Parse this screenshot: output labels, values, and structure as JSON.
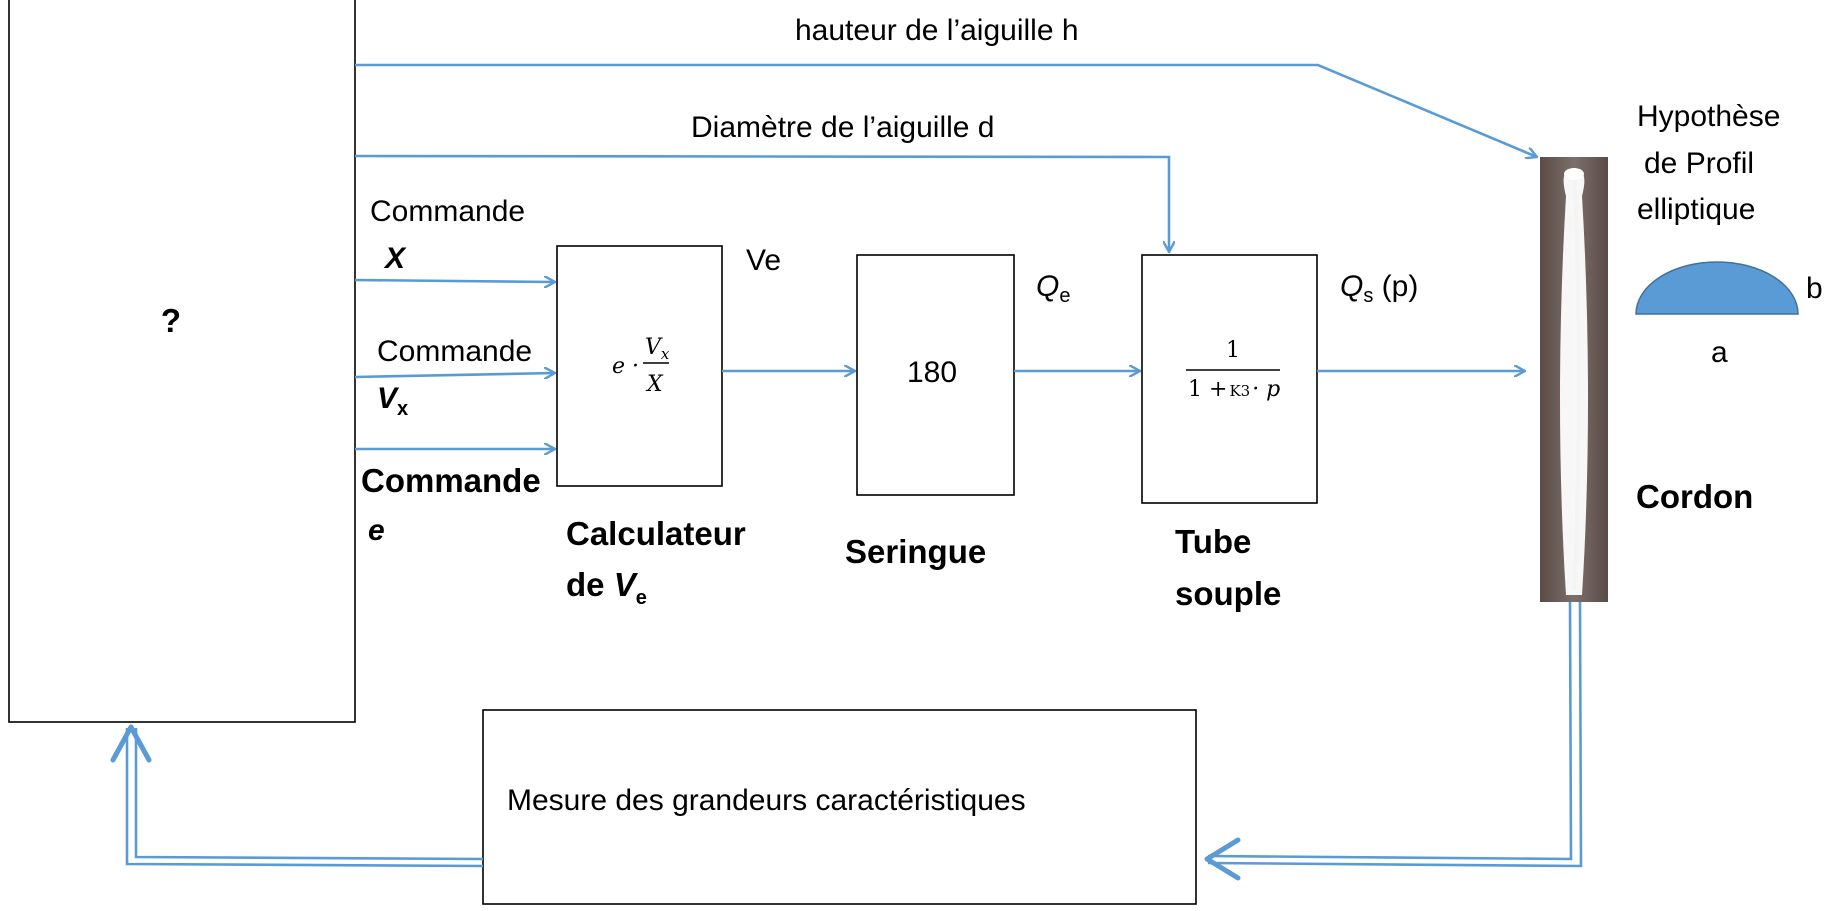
{
  "controller": {
    "label": "?"
  },
  "signals": {
    "needle_height": "hauteur de l’aiguille h",
    "needle_diameter": "Diamètre de l’aiguille d",
    "cmd_x_word": "Commande",
    "cmd_x_var": "X",
    "cmd_vx_word": "Commande",
    "cmd_vx_var": "V",
    "cmd_vx_sub": "x",
    "cmd_e_word": "Commande",
    "cmd_e_var": "e",
    "ve": "Ve",
    "qe_var": "Q",
    "qe_sub": "e",
    "qs_var": "Q",
    "qs_sub": "s",
    "qs_arg": " (p)"
  },
  "blocks": {
    "calculator": {
      "formula_prefix": "e ·",
      "formula_num": "V",
      "formula_num_sub": "x",
      "formula_den": "X",
      "title_line1": "Calculateur",
      "title_line2_prefix": "de ",
      "title_line2_var": "V",
      "title_line2_sub": "e"
    },
    "syringe": {
      "gain": "180",
      "title": "Seringue"
    },
    "tube": {
      "tf_num": "1",
      "tf_den_prefix": "1 +",
      "tf_den_k": "K3",
      "tf_den_suffix": "· p",
      "title_line1": "Tube",
      "title_line2": "souple"
    },
    "measure": {
      "label": "Mesure des grandeurs caractéristiques"
    }
  },
  "bead": {
    "title": "Cordon"
  },
  "hypothesis": {
    "line1": "Hypothèse",
    "line2": "de Profil",
    "line3": "elliptique",
    "dim_a": "a",
    "dim_b": "b"
  },
  "colors": {
    "arrow": "#5b9bd5",
    "profile_fill": "#5b9bd5",
    "bead_background": "#6e5f5a"
  }
}
